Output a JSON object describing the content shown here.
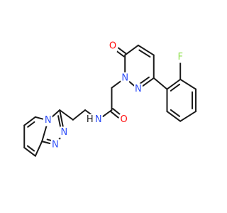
{
  "colors": {
    "bond": "#1a1a1a",
    "oxygen": "#ff0d0d",
    "nitrogen": "#3050f8",
    "fluorine": "#90e050",
    "carbon": "#1a1a1a",
    "background": "#ffffff"
  },
  "atoms": [
    {
      "id": "o_ring",
      "label": "O",
      "element": "oxygen"
    },
    {
      "id": "n1_ring",
      "label": "N",
      "element": "nitrogen"
    },
    {
      "id": "n2_ring",
      "label": "N",
      "element": "nitrogen"
    },
    {
      "id": "fluoro",
      "label": "F",
      "element": "fluorine"
    },
    {
      "id": "o_amide",
      "label": "O",
      "element": "oxygen"
    },
    {
      "id": "nh_amide",
      "label": "N",
      "element": "nitrogen"
    },
    {
      "id": "h_amide",
      "label": "H",
      "element": "carbon"
    },
    {
      "id": "n_bridge",
      "label": "N",
      "element": "nitrogen"
    },
    {
      "id": "n_tri1",
      "label": "N",
      "element": "nitrogen"
    },
    {
      "id": "n_tri2",
      "label": "N",
      "element": "nitrogen"
    }
  ]
}
